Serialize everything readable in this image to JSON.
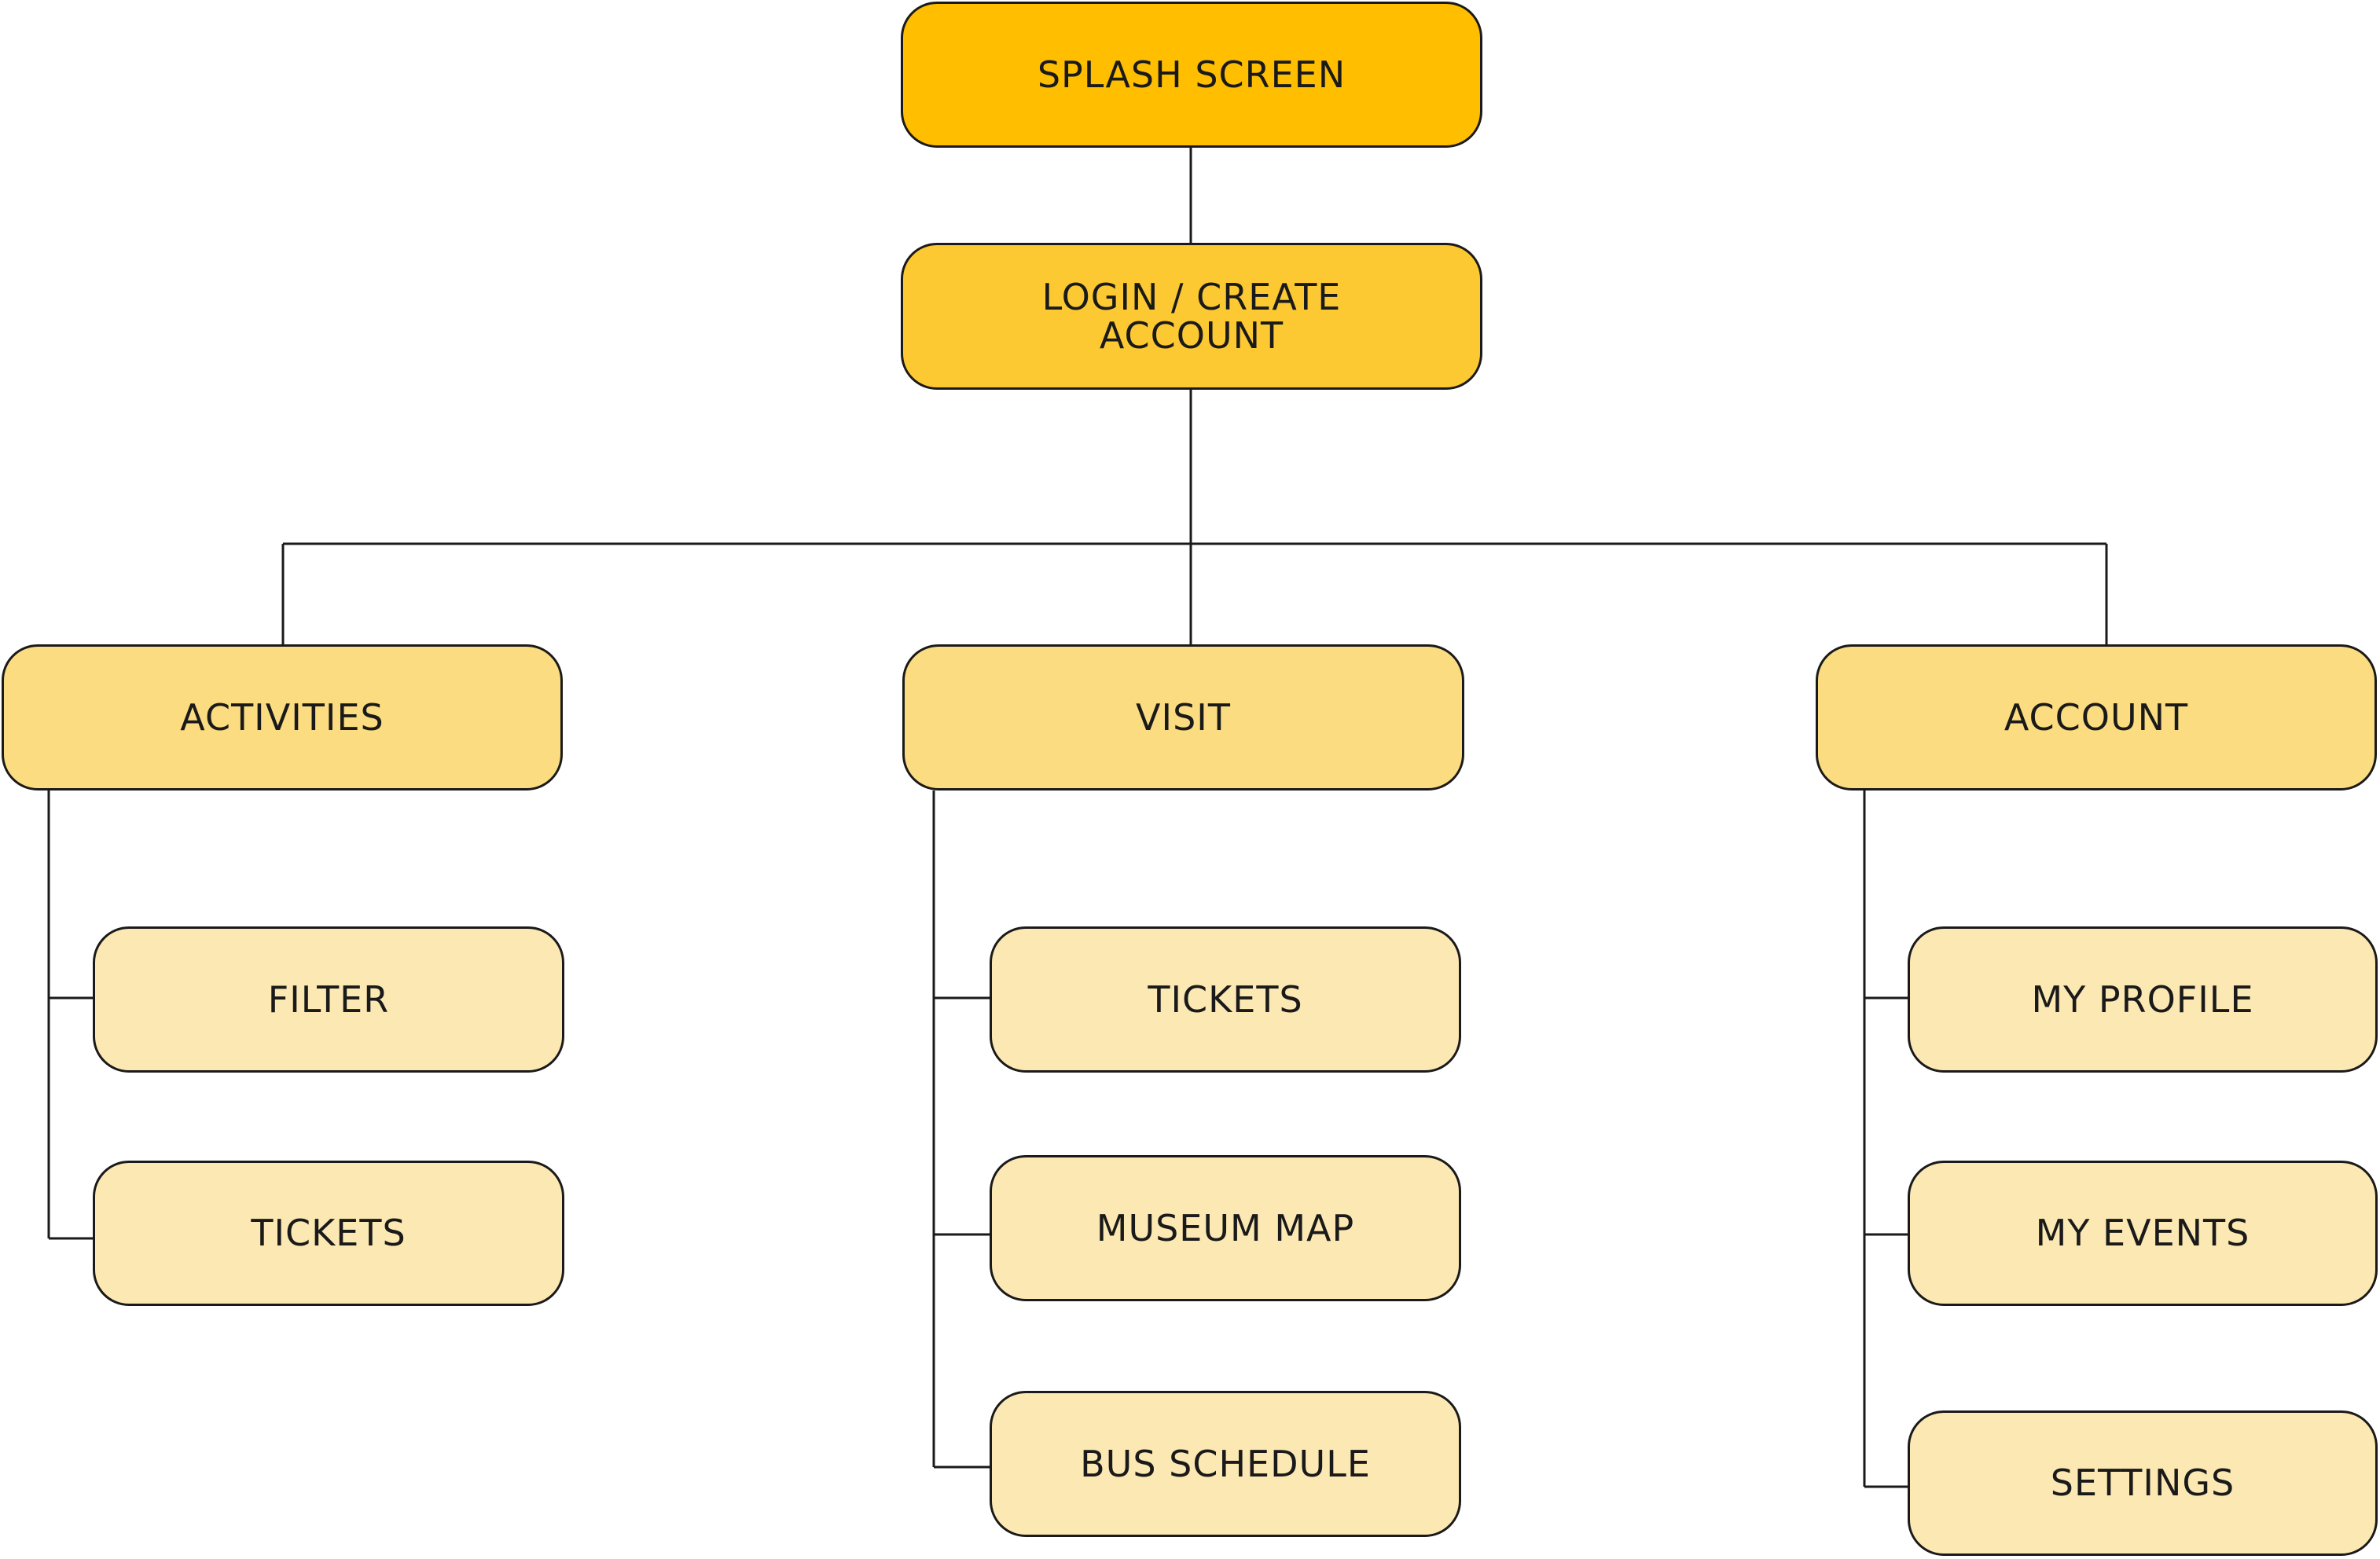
{
  "colors": {
    "level0": "#FFBE00",
    "level1": "#FCC933",
    "level2": "#FCDC80",
    "level3": "#FCE8B3",
    "stroke": "#1a1a1a"
  },
  "nodes": {
    "splash": "SPLASH SCREEN",
    "login_line1": "LOGIN / CREATE",
    "login_line2": "ACCOUNT",
    "activities": "ACTIVITIES",
    "visit": "VISIT",
    "account": "ACCOUNT",
    "activities_children": [
      "FILTER",
      "TICKETS"
    ],
    "visit_children": [
      "TICKETS",
      "MUSEUM MAP",
      "BUS SCHEDULE"
    ],
    "account_children": [
      "MY PROFILE",
      "MY EVENTS",
      "SETTINGS"
    ]
  }
}
